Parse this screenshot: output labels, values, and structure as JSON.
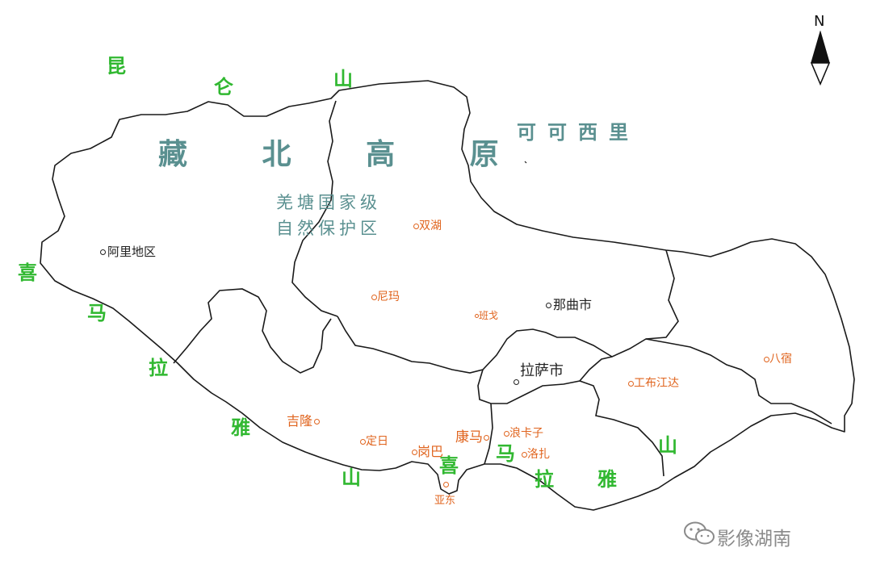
{
  "map": {
    "compass": {
      "north_label": "N",
      "icon": "north-arrow-icon"
    },
    "regions": {
      "kunlun": [
        "昆",
        "仑",
        "山"
      ],
      "himalaya_west": [
        "喜",
        "马",
        "拉",
        "雅",
        "山"
      ],
      "himalaya_east": [
        "喜",
        "马",
        "拉",
        "雅",
        "山"
      ],
      "plateau": "藏 北 高 原",
      "kekexili": "可可西里",
      "reserve_line1": "羌塘国家级",
      "reserve_line2": "自然保护区"
    },
    "cities": {
      "ali": "阿里地区",
      "naqu": "那曲市",
      "lhasa": "拉萨市"
    },
    "towns": {
      "shuanghu": "双湖",
      "nima": "尼玛",
      "bange": "班戈",
      "baxu": "八宿",
      "gongbu": "工布江达",
      "jilong": "吉隆",
      "dingri": "定日",
      "gangba": "岗巴",
      "kangma": "康马",
      "langkazi": "浪卡子",
      "luozha": "洛扎",
      "yadong": "亚东"
    },
    "colors": {
      "mountain": "#31b831",
      "plateau": "#5a9090",
      "town": "#e0641e",
      "city": "#222222",
      "border": "#1a1a1a"
    },
    "watermark": "影像湖南",
    "watermark_icon": "wechat-icon"
  }
}
